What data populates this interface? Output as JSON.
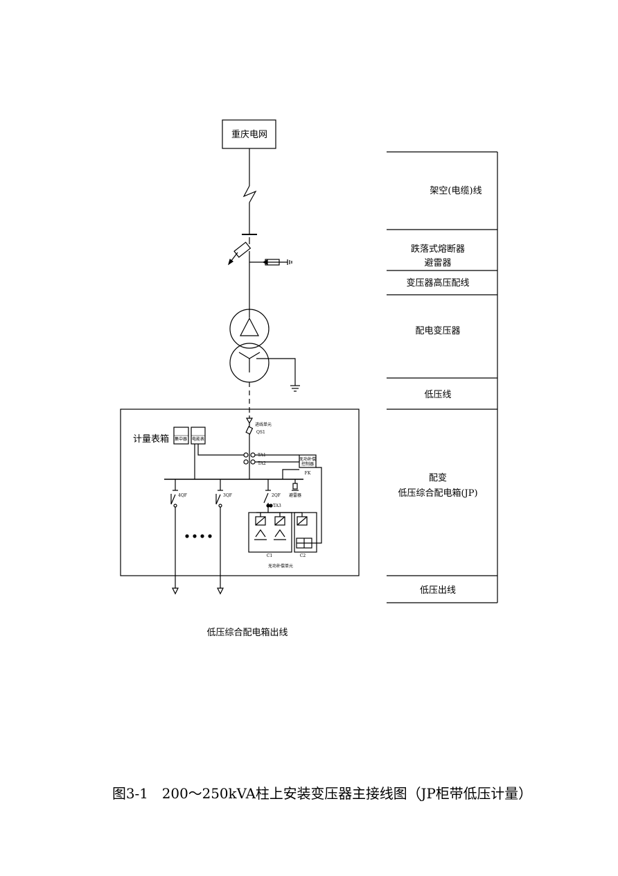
{
  "diagram": {
    "grid_label": "重庆电网",
    "meter_box_label": "计量表箱",
    "meter_small_1": "集中器",
    "meter_small_2": "电能表",
    "incoming_unit_label": "进线单元",
    "qs1_label": "QS1",
    "ta1_label": "TA1",
    "ta2_label": "TA2",
    "controller_label_1": "无功补偿",
    "controller_label_2": "控制器",
    "controller_code": "FK",
    "arrester_label": "避雷器",
    "breaker_1_label": "4QF",
    "breaker_2_label": "3QF",
    "breaker_3_label": "2QF",
    "ta3_label": "TA3",
    "cap_1_label": "C1",
    "cap_2_label": "C2",
    "compensation_label": "无功补偿单元",
    "ellipsis": "••••",
    "outlet_caption": "低压综合配电箱出线"
  },
  "legend_rows": [
    {
      "label": "架空(电缆)线"
    },
    {
      "label_line1": "跌落式熔断器",
      "label_line2": "避雷器"
    },
    {
      "label": "变压器高压配线"
    },
    {
      "label": "配电变压器"
    },
    {
      "label": "低压线"
    },
    {
      "label_line1": "配变",
      "label_line2": "低压综合配电箱(JP)"
    },
    {
      "label": "低压出线"
    }
  ],
  "caption": "图3-1　200～250kVA柱上安装变压器主接线图（JP柜带低压计量）"
}
